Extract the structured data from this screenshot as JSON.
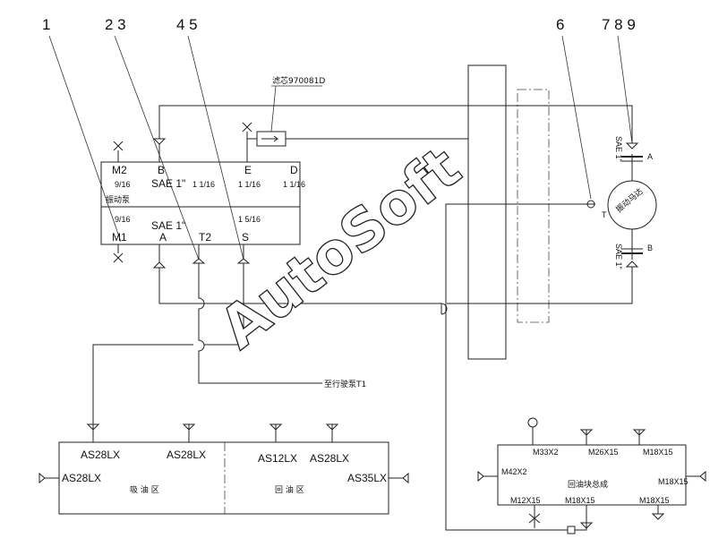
{
  "callouts": [
    "1",
    "2 3",
    "4 5",
    "6",
    "7 8 9"
  ],
  "filter": {
    "label": "滤芯970081D"
  },
  "pump": {
    "name": "振动泵",
    "top_ports": [
      "M2",
      "B",
      "E",
      "D"
    ],
    "top_b_size": "SAE 1\"",
    "bottom_ports": [
      "M1",
      "A",
      "T2",
      "S"
    ],
    "bottom_a_size": "SAE 1\"",
    "frac_9_16": "9/16",
    "frac_1_1_16": "1 1/16",
    "frac_1_5_16": "1 5/16"
  },
  "motor": {
    "name": "振动马达",
    "port_a": "A",
    "port_b": "B",
    "port_t": "T",
    "sae_top": "SAE 1\"",
    "sae_bottom": "SAE 1\""
  },
  "walking_pump": {
    "label": "至行驶泵T1"
  },
  "tank": {
    "suction_label": "吸 油 区",
    "return_label": "回 油 区",
    "ports": [
      "AS28LX",
      "AS28LX",
      "AS28LX",
      "AS12LX",
      "AS28LX",
      "AS35LX"
    ]
  },
  "return_block": {
    "name": "回油块总成",
    "ports": [
      "M33X2",
      "M26X15",
      "M18X15",
      "M42X2",
      "M18X15",
      "M12X15",
      "M18X15",
      "M18X15"
    ]
  },
  "watermark": "AutoSoft"
}
